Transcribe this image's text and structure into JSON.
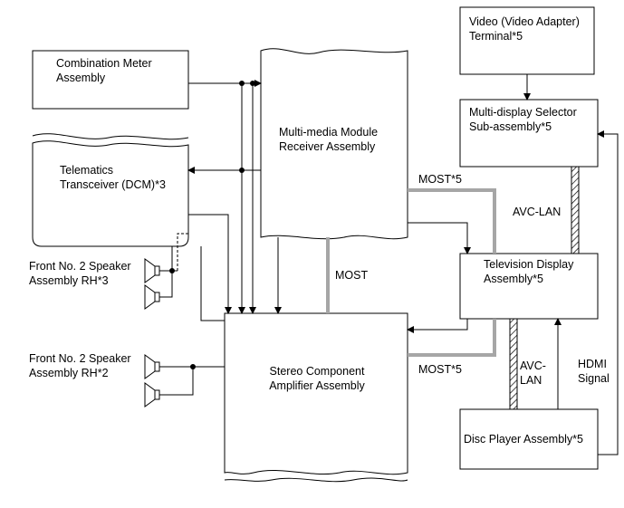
{
  "blocks": {
    "combination_meter": [
      "Combination Meter",
      "Assembly"
    ],
    "multimedia_module": [
      "Multi-media Module",
      "Receiver Assembly"
    ],
    "telematics": [
      "Telematics",
      "Transceiver (DCM)*3"
    ],
    "video_terminal": [
      "Video (Video Adapter)",
      "Terminal*5"
    ],
    "selector": [
      "Multi-display Selector",
      "Sub-assembly*5"
    ],
    "television_display": [
      "Television Display",
      "Assembly*5"
    ],
    "stereo_amp": [
      "Stereo Component",
      "Amplifier Assembly"
    ],
    "disc_player": "Disc Player Assembly*5",
    "speaker_rh3": [
      "Front No. 2 Speaker",
      "Assembly RH*3"
    ],
    "speaker_rh2": [
      "Front No. 2 Speaker",
      "Assembly RH*2"
    ]
  },
  "bus_labels": {
    "most_top": "MOST*5",
    "most_middle": "MOST",
    "most_bottom": "MOST*5",
    "avc_lan_upper": "AVC-LAN",
    "avc_lan_lower": [
      "AVC-",
      "LAN"
    ],
    "hdmi": [
      "HDMI",
      "Signal"
    ]
  },
  "colors": {
    "line": "#000000",
    "most_bus": "#a6a6a6"
  }
}
